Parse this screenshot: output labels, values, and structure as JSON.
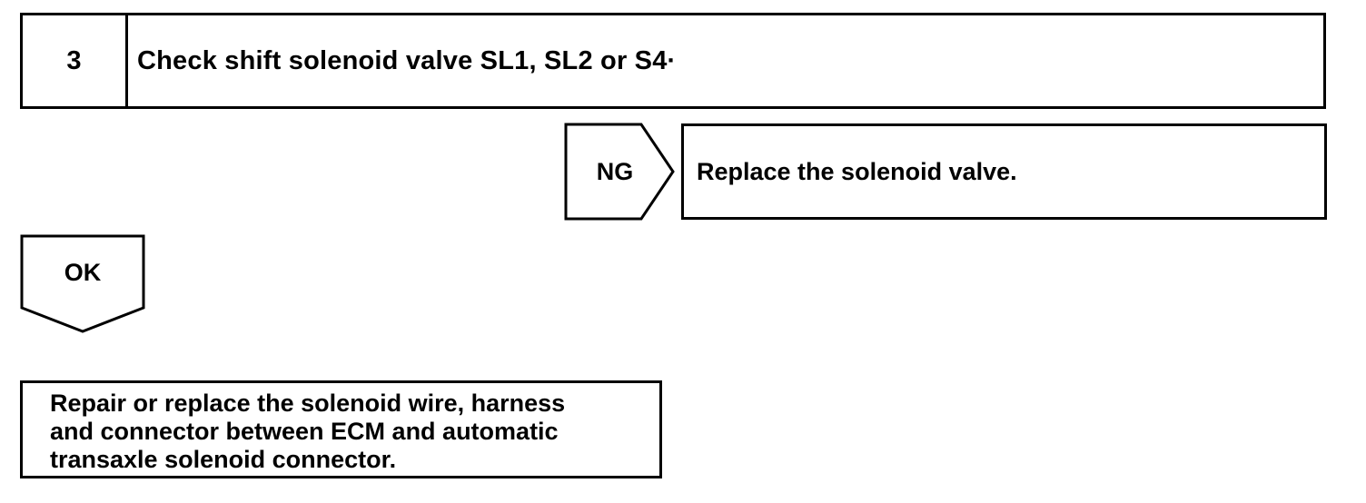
{
  "step": {
    "number": "3",
    "title": "Check shift solenoid valve SL1, SL2 or S4·"
  },
  "ng_branch": {
    "label": "NG",
    "action": "Replace the solenoid valve."
  },
  "ok_branch": {
    "label": "OK"
  },
  "final_action": {
    "lines": [
      "Repair or replace the solenoid wire, harness",
      "and connector between ECM and automatic",
      "transaxle solenoid connector."
    ]
  }
}
